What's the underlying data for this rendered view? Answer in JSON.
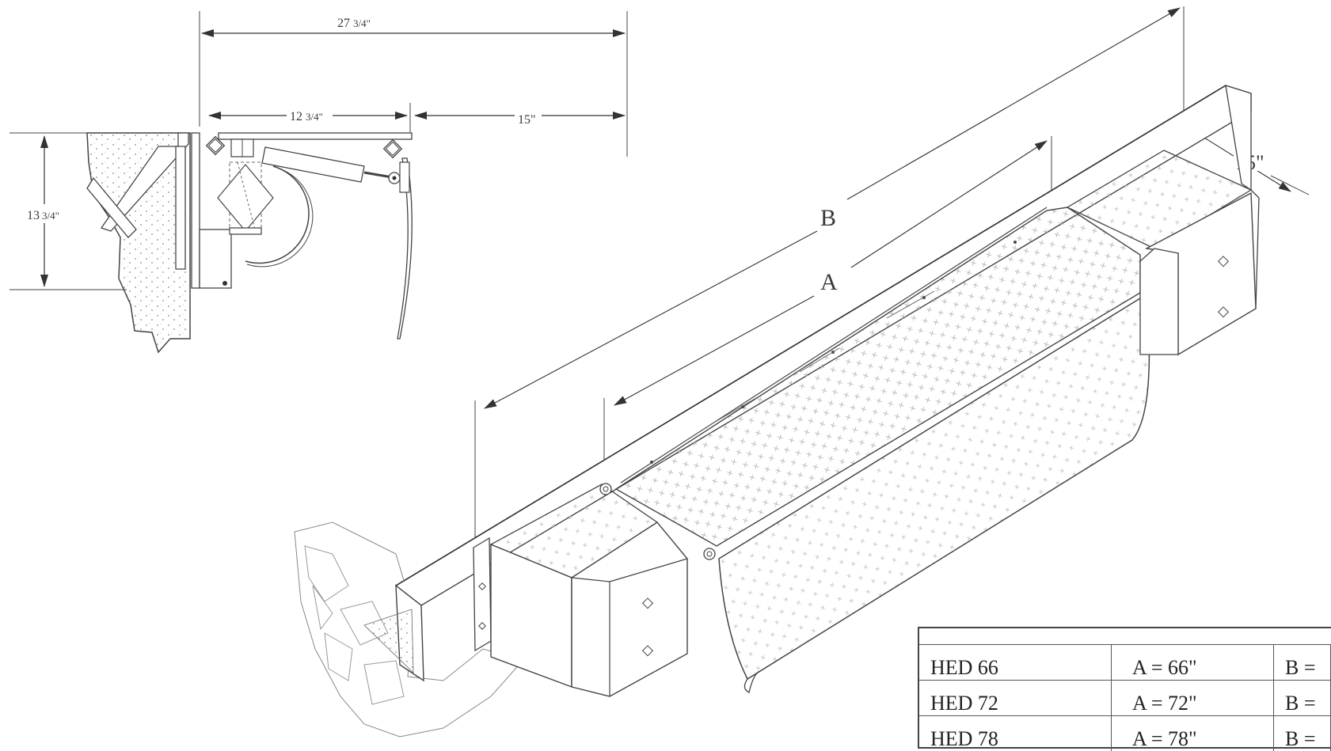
{
  "side_view": {
    "overall_width_whole": "27",
    "overall_width_frac": "3/4\"",
    "inner_width_whole": "12",
    "inner_width_frac": "3/4\"",
    "lip_width": "15\"",
    "height_whole": "13",
    "height_frac": "3/4\""
  },
  "iso_view": {
    "label_b": "B",
    "label_a": "A",
    "depth_label": "15\""
  },
  "spec_table": {
    "rows": [
      {
        "model": "HED 66",
        "a": "A = 66\"",
        "b": "B ="
      },
      {
        "model": "HED 72",
        "a": "A = 72\"",
        "b": "B ="
      },
      {
        "model": "HED 78",
        "a": "A = 78\"",
        "b": "B ="
      }
    ]
  }
}
